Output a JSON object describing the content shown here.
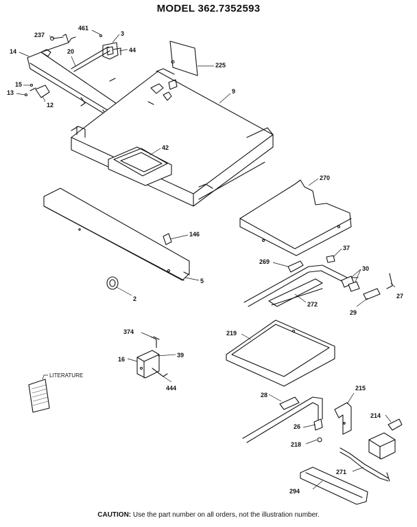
{
  "title": "MODEL 362.7352593",
  "caution": {
    "label": "CAUTION:",
    "text": "Use the part number on all orders, not the illustration number."
  },
  "callouts": {
    "c461": "461",
    "c3": "3",
    "c237": "237",
    "c44": "44",
    "c14": "14",
    "c20": "20",
    "c225": "225",
    "c15": "15",
    "c13": "13",
    "c12": "12",
    "c9": "9",
    "c42": "42",
    "c270": "270",
    "c146": "146",
    "c37": "37",
    "c269": "269",
    "c30": "30",
    "c5": "5",
    "c2": "2",
    "c27": "27",
    "c272": "272",
    "c29": "29",
    "c374": "374",
    "c219": "219",
    "c16": "16",
    "c39": "39",
    "c444": "444",
    "literature": "LITERATURE",
    "c28": "28",
    "c215": "215",
    "c26": "26",
    "c214": "214",
    "c218": "218",
    "c271": "271",
    "c294": "294"
  }
}
